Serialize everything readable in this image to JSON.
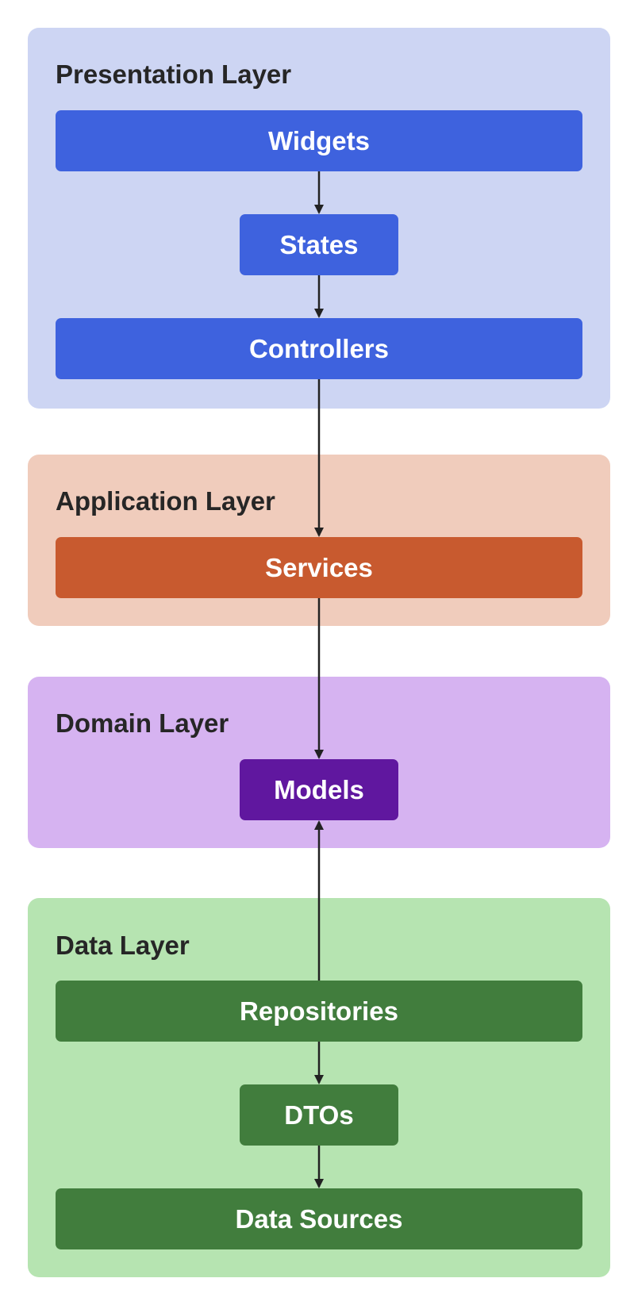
{
  "colors": {
    "presentation_bg": "#cdd5f3",
    "presentation_node": "#3e62de",
    "application_bg": "#f0ccbc",
    "application_node": "#c85a2f",
    "domain_bg": "#d6b3f1",
    "domain_node": "#60179f",
    "data_bg": "#b6e4b1",
    "data_node": "#417d3d",
    "arrow": "#222222"
  },
  "layers": {
    "presentation": {
      "title": "Presentation Layer",
      "nodes": {
        "widgets": "Widgets",
        "states": "States",
        "controllers": "Controllers"
      }
    },
    "application": {
      "title": "Application Layer",
      "nodes": {
        "services": "Services"
      }
    },
    "domain": {
      "title": "Domain Layer",
      "nodes": {
        "models": "Models"
      }
    },
    "data": {
      "title": "Data Layer",
      "nodes": {
        "repositories": "Repositories",
        "dtos": "DTOs",
        "data_sources": "Data Sources"
      }
    }
  },
  "edges": [
    {
      "from": "Widgets",
      "to": "States"
    },
    {
      "from": "States",
      "to": "Controllers"
    },
    {
      "from": "Controllers",
      "to": "Services"
    },
    {
      "from": "Services",
      "to": "Models"
    },
    {
      "from": "Repositories",
      "to": "Models"
    },
    {
      "from": "Repositories",
      "to": "DTOs"
    },
    {
      "from": "DTOs",
      "to": "Data Sources"
    }
  ]
}
